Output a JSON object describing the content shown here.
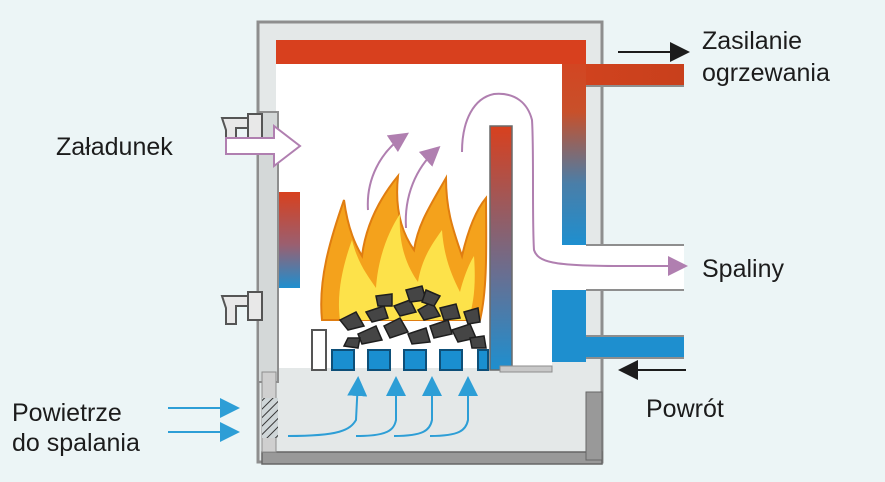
{
  "labels": {
    "loading": "Załadunek",
    "supply_line1": "Zasilanie",
    "supply_line2": "ogrzewania",
    "flue_gas": "Spaliny",
    "return": "Powrót",
    "air_line1": "Powietrze",
    "air_line2": "do spalania"
  },
  "colors": {
    "background": "#ecf5f6",
    "boiler_wall": "#8e8e8e",
    "water_hot": "#d8401e",
    "water_cold": "#1e8fcf",
    "flame_outer": "#f4a21c",
    "flame_inner": "#fde24a",
    "coal": "#454545",
    "grate": "#1a8fd0",
    "air_arrow": "#2d9ed6",
    "flue_arrow": "#b07fb0",
    "flow_arrow": "#1c1c1c"
  },
  "icons": [
    "loading-arrow-icon",
    "air-arrow-icon",
    "flue-gas-arrow-icon",
    "flame-icon",
    "coal-icon",
    "door-handle-icon"
  ]
}
